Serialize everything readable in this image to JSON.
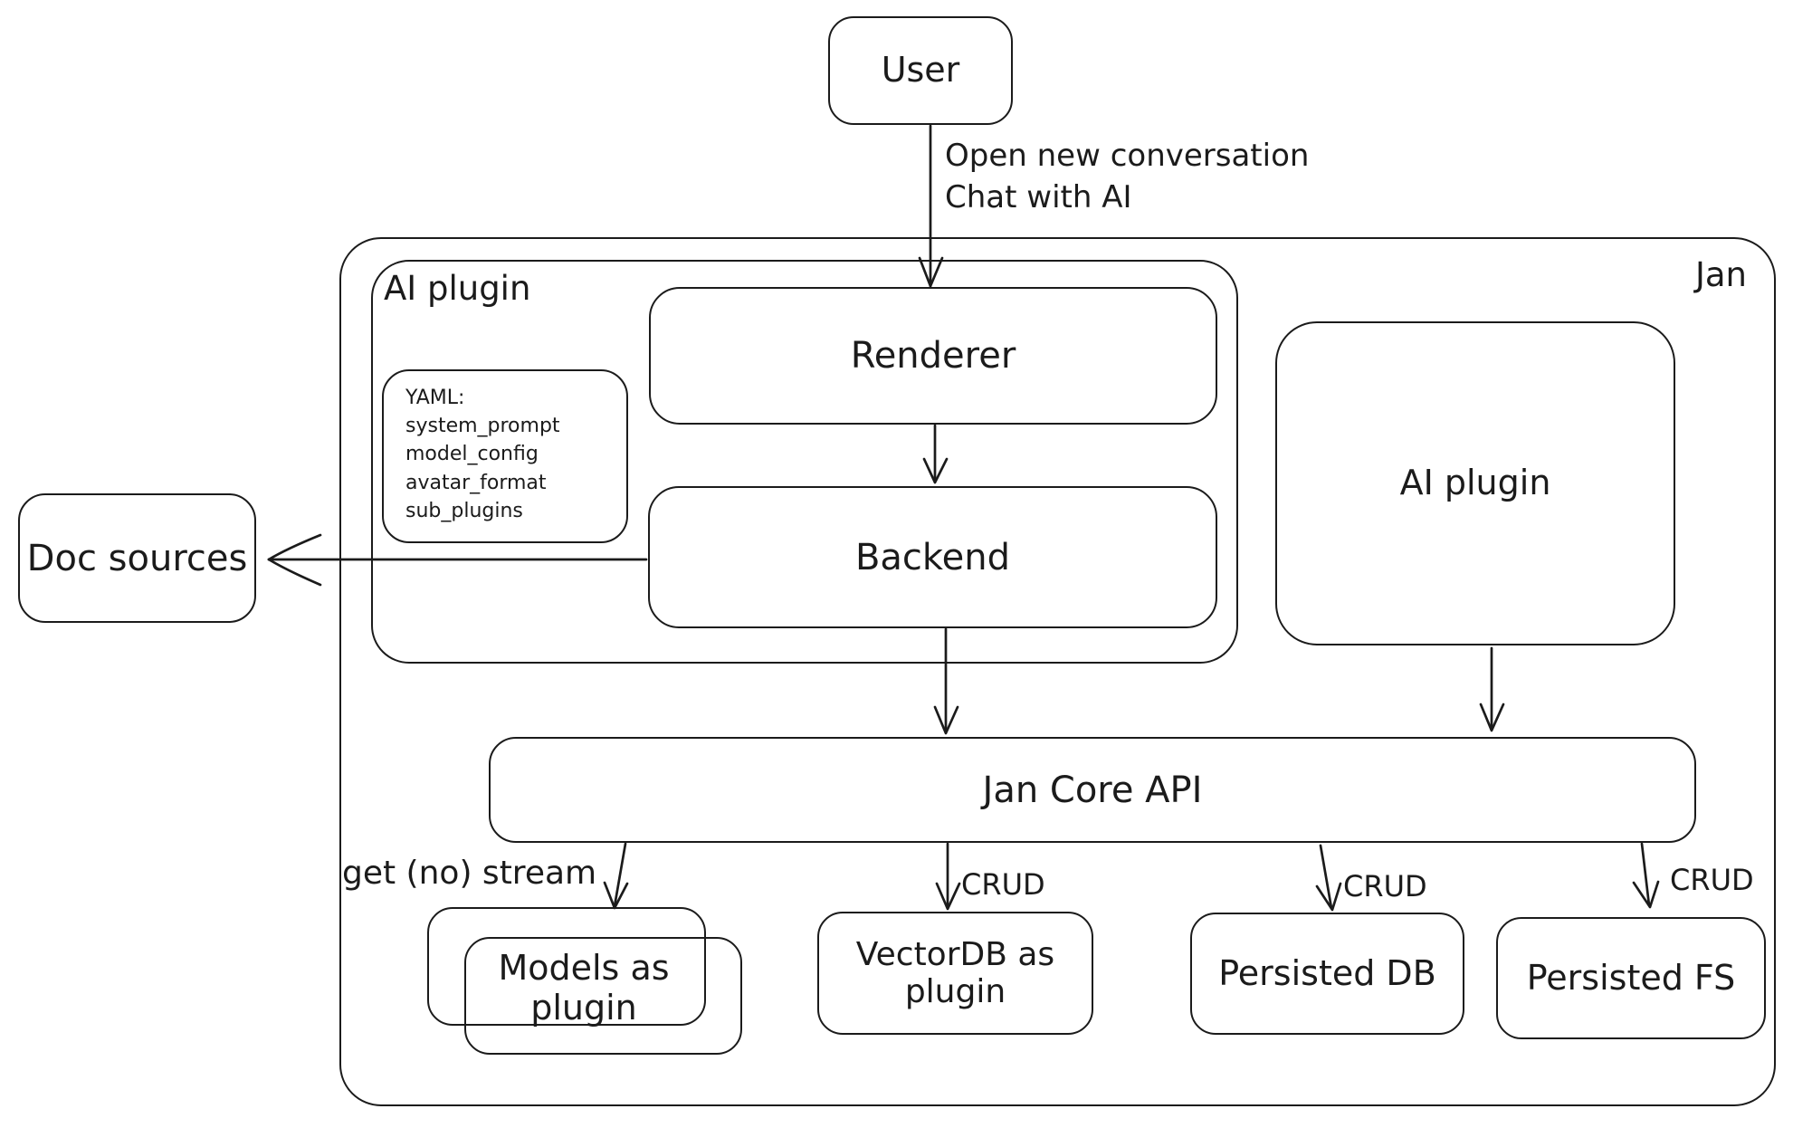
{
  "colors": {
    "stroke": "#1b1b1b",
    "background": "#ffffff"
  },
  "nodes": {
    "user": {
      "label": "User"
    },
    "jan": {
      "label": "Jan"
    },
    "ai_plugin_left": {
      "label": "AI plugin"
    },
    "yaml_note": {
      "lines": [
        "YAML:",
        "system_prompt",
        "model_config",
        "avatar_format",
        "sub_plugins"
      ]
    },
    "renderer": {
      "label": "Renderer"
    },
    "backend": {
      "label": "Backend"
    },
    "doc_sources": {
      "label": "Doc sources"
    },
    "ai_plugin_right": {
      "label": "AI plugin"
    },
    "jan_core_api": {
      "label": "Jan Core API"
    },
    "models": {
      "label": "Models as plugin"
    },
    "vectordb": {
      "label": "VectorDB as plugin"
    },
    "persisted_db": {
      "label": "Persisted DB"
    },
    "persisted_fs": {
      "label": "Persisted FS"
    }
  },
  "edges": {
    "user_to_renderer": {
      "lines": [
        "Open new conversation",
        "Chat with AI"
      ]
    },
    "core_to_models": {
      "label": "get (no) stream"
    },
    "core_to_vectordb": {
      "label": "CRUD"
    },
    "core_to_db": {
      "label": "CRUD"
    },
    "core_to_fs": {
      "label": "CRUD"
    }
  }
}
